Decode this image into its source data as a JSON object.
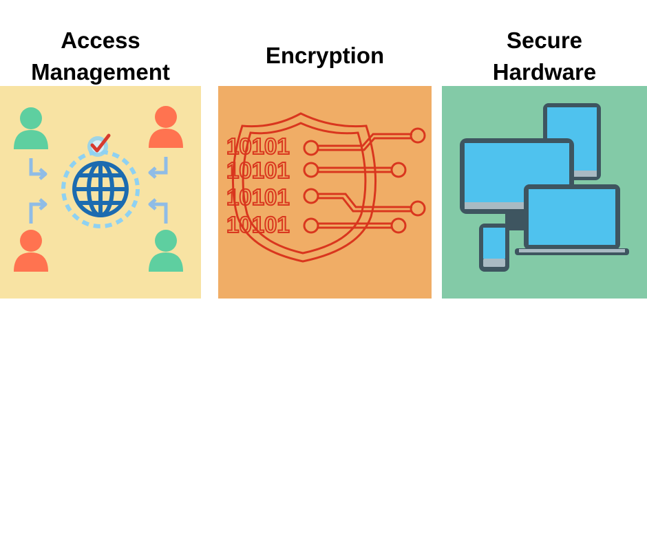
{
  "sections": [
    {
      "id": "access",
      "title_lines": [
        "Access",
        "Management"
      ],
      "background": "#F8E3A3",
      "icons": [
        "user-icon",
        "globe-icon",
        "checkmark-icon",
        "arrow-icon"
      ]
    },
    {
      "id": "encryption",
      "title_lines": [
        "Encryption"
      ],
      "background": "#F0AD66",
      "binary_rows": [
        "10101",
        "10101",
        "10101",
        "10101"
      ],
      "icons": [
        "shield-icon",
        "circuit-icon"
      ]
    },
    {
      "id": "hardware",
      "title_lines": [
        "Secure",
        "Hardware"
      ],
      "background": "#83CAA7",
      "icons": [
        "tablet-icon",
        "monitor-icon",
        "laptop-icon",
        "phone-icon"
      ]
    }
  ],
  "colors": {
    "user_green": "#5ECFA0",
    "user_orange": "#FF7350",
    "globe_blue": "#1C6BB0",
    "ring_blue": "#8ED1F2",
    "arrow_blue": "#8FBCE6",
    "check_red": "#D73A2E",
    "enc_red": "#D9361E",
    "screen_blue": "#4FC2EE",
    "device_dark": "#3E5560",
    "device_grey": "#A9BAC3"
  }
}
